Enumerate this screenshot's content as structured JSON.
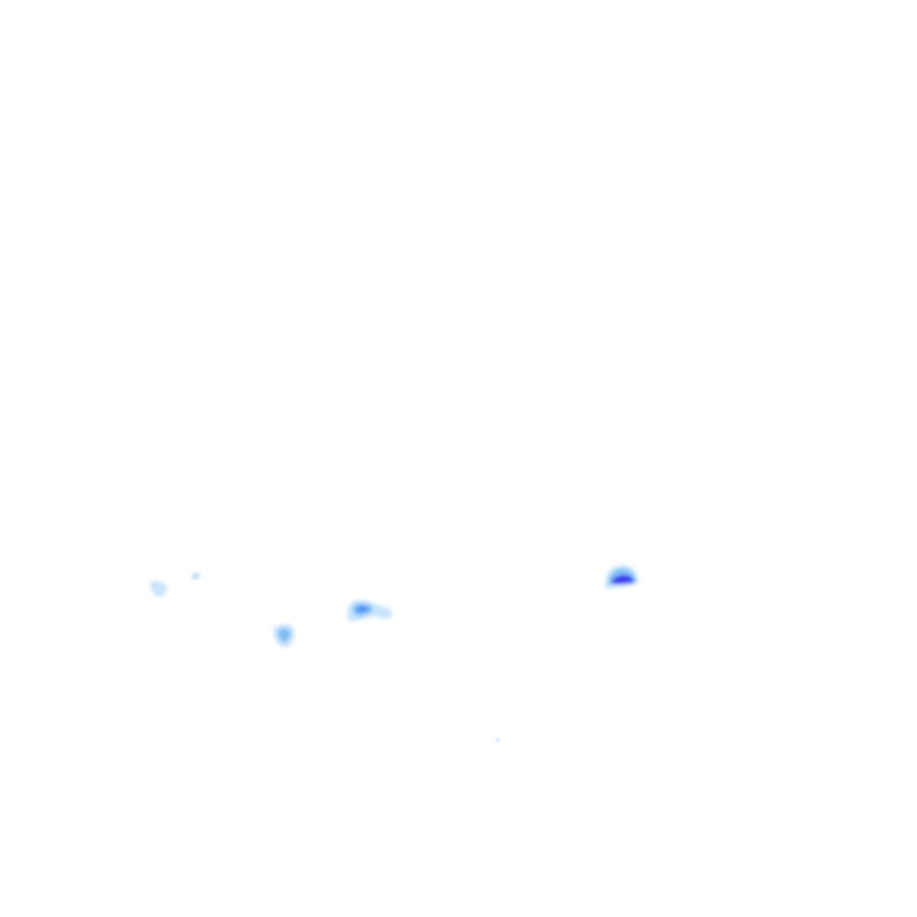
{
  "layer": {
    "background_color": "#ffffff",
    "palette": {
      "light": "#bfe0fb",
      "medium": "#7cbcf5",
      "strong": "#4a8cf0",
      "heavy": "#3b2ff0"
    },
    "cells": [
      {
        "id": "cell-far-west",
        "intensity": "light"
      },
      {
        "id": "cell-west-speck",
        "intensity": "light"
      },
      {
        "id": "cell-southwest",
        "intensity": "medium"
      },
      {
        "id": "cell-central",
        "intensity": "strong"
      },
      {
        "id": "cell-east",
        "intensity": "heavy"
      },
      {
        "id": "cell-south-speck",
        "intensity": "light"
      }
    ]
  }
}
